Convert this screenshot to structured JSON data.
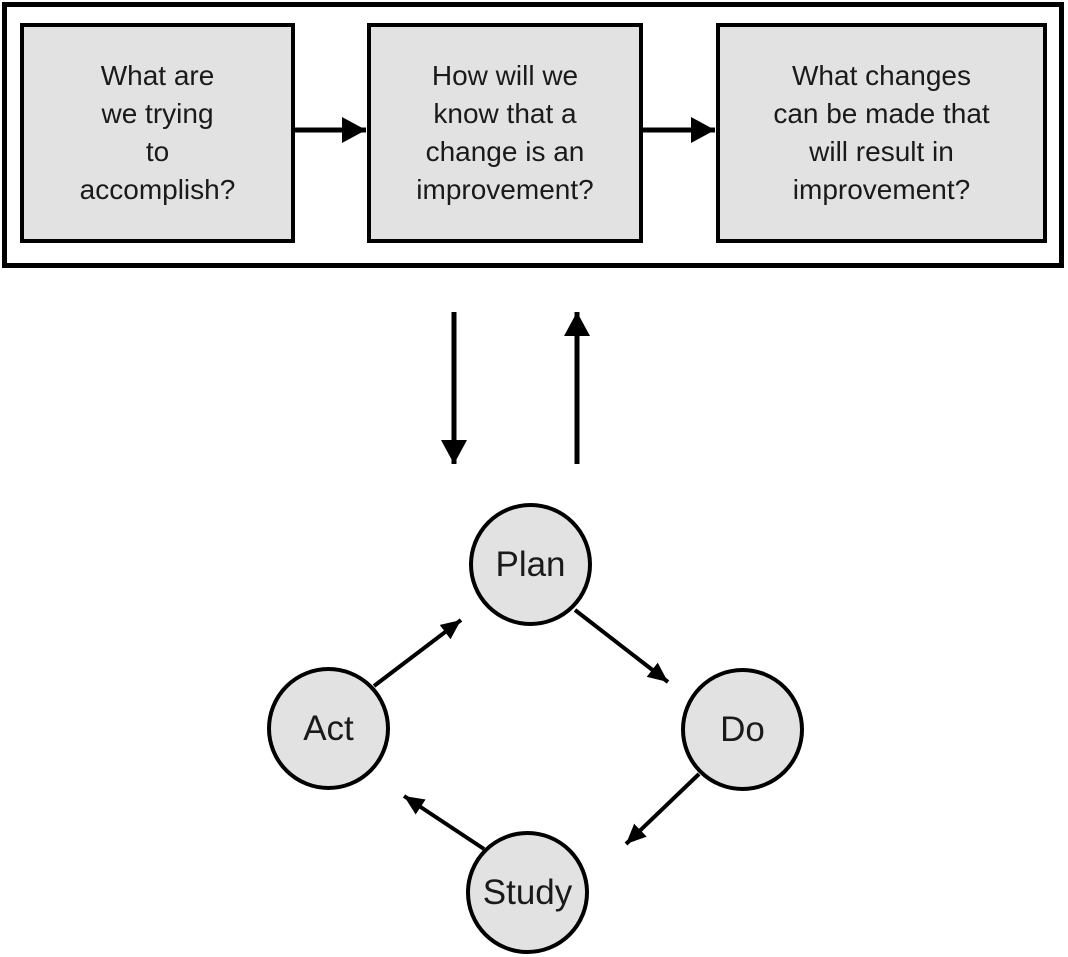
{
  "question_panel": {
    "boxes": [
      {
        "text": "What are\nwe trying\nto\naccomplish?"
      },
      {
        "text": "How will we\nknow that a\nchange is an\nimprovement?"
      },
      {
        "text": "What changes\ncan be made that\nwill result in\nimprovement?"
      }
    ]
  },
  "cycle": {
    "nodes": [
      {
        "label": "Plan"
      },
      {
        "label": "Do"
      },
      {
        "label": "Study"
      },
      {
        "label": "Act"
      }
    ]
  },
  "colors": {
    "node_fill": "#e2e2e2",
    "line": "#000000",
    "text": "#1a1a1a",
    "background": "#ffffff"
  }
}
